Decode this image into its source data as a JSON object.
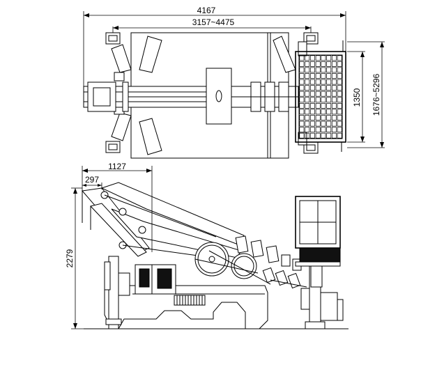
{
  "dimensions": {
    "overall_length": "4167",
    "outrigger_span": "3157~4475",
    "platform_width": "1350",
    "outrigger_width": "1676~5296",
    "front_overhang": "1127",
    "boom_offset": "297",
    "overall_height": "2279"
  },
  "colors": {
    "line": "#000000",
    "background": "#ffffff",
    "shade": "#cfcfcf"
  }
}
